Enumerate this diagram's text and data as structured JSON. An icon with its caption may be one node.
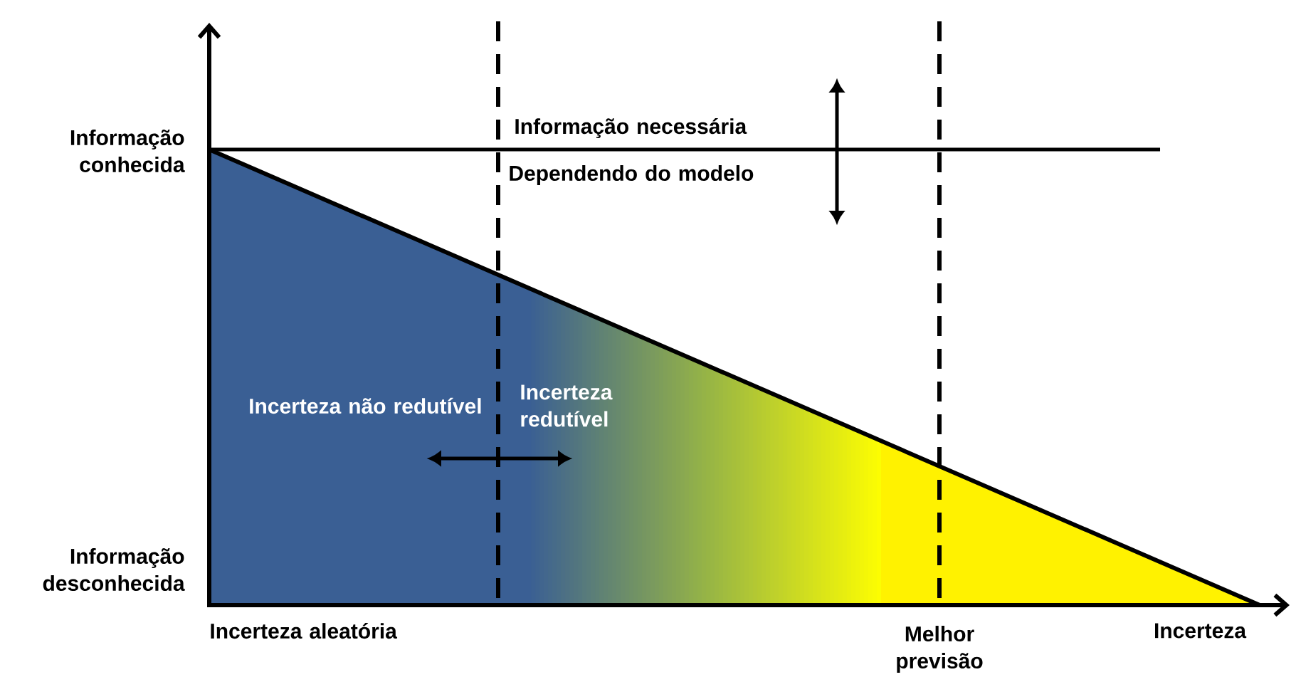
{
  "diagram": {
    "labels": [
      "Informação conhecida",
      "Informação necessária",
      "Dependendo do modelo",
      "Incerteza não redutível",
      "Incerteza redutível",
      "Informação desconhecida",
      "Incerteza aleatória",
      "Melhor previsão",
      "Incerteza"
    ]
  }
}
